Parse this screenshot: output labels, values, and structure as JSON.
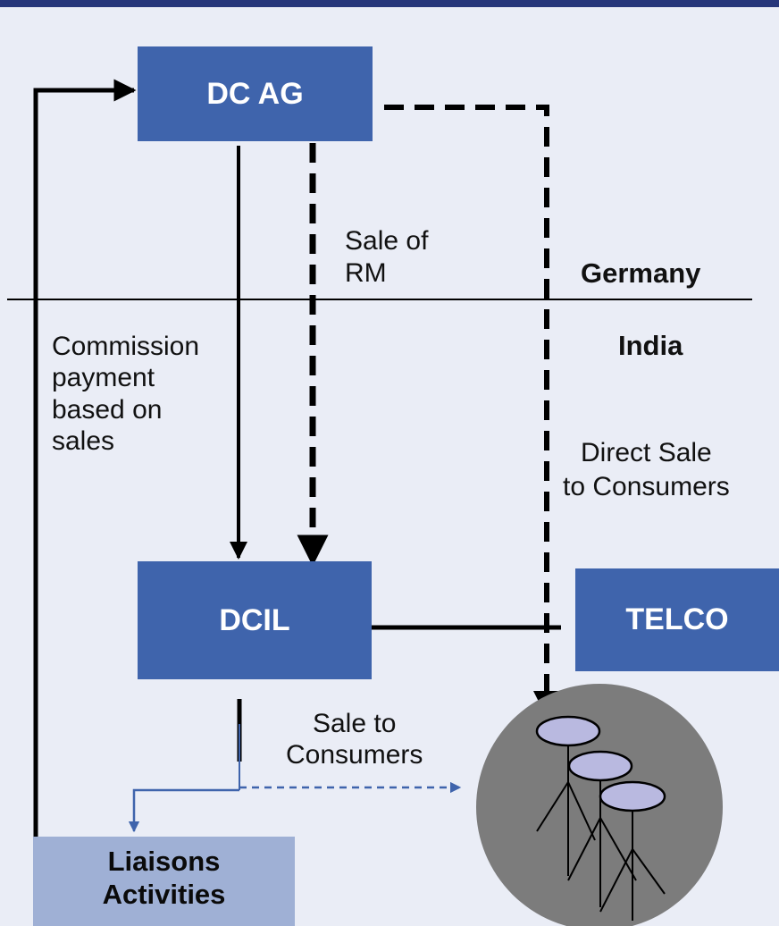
{
  "nodes": {
    "dc_ag": "DC AG",
    "dcil": "DCIL",
    "telco": "TELCO",
    "liaisons": "Liaisons\nActivities"
  },
  "labels": {
    "sale_of_rm": "Sale of\nRM",
    "commission": "Commission\npayment\nbased on\nsales",
    "direct_sale": "Direct Sale\nto Consumers",
    "sale_to_consumers": "Sale to\nConsumers"
  },
  "regions": {
    "upper": "Germany",
    "lower": "India"
  },
  "colors": {
    "box_dark": "#3f64ac",
    "box_light": "#9fb0d5",
    "top_bar": "#26367a",
    "consumer_circle": "#7c7c7c",
    "consumer_ellipse": "#b9b9e0"
  }
}
